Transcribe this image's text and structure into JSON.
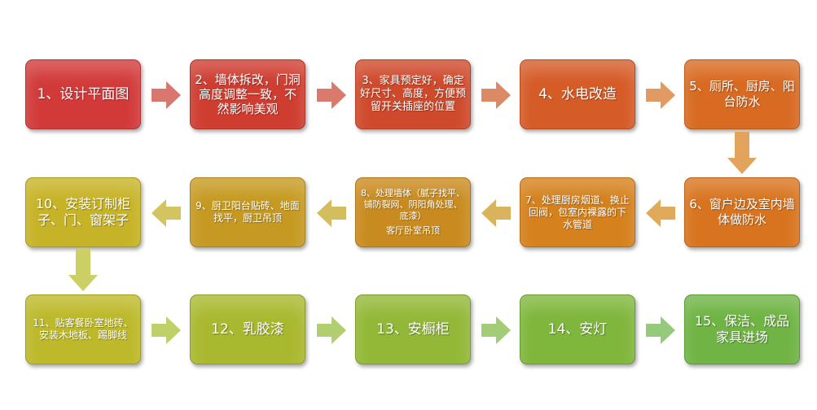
{
  "steps": [
    {
      "label": "1、设计平面图",
      "color": "#d23a3a"
    },
    {
      "label": "2、墙体拆改，门洞高度调整一致，不然影响美观",
      "color": "#cf3d30"
    },
    {
      "label": "3、家具预定好，确定好尺寸、高度，方便预留开关插座的位置",
      "color": "#cf4a2c"
    },
    {
      "label": "4、水电改造",
      "color": "#d55b27"
    },
    {
      "label": "5、厕所、厨房、阳台防水",
      "color": "#d86a22"
    },
    {
      "label": "6、窗户边及室内墙体做防水",
      "color": "#d8741f"
    },
    {
      "label": "7、处理厨房烟道、换止回阀，包室内裸露的下水管道",
      "color": "#d5811d"
    },
    {
      "label": "8、处理墙体（腻子找平、铺防裂网、阴阳角处理、底漆）",
      "label2": "客厅卧室吊顶",
      "color": "#c98b1f"
    },
    {
      "label": "9、厨卫阳台贴砖、地面找平，厨卫吊顶",
      "color": "#c69a22"
    },
    {
      "label": "10、安装订制柜子、门、窗架子",
      "color": "#c7b327"
    },
    {
      "label": "11、贴客餐卧室地砖、安装木地板、踢脚线",
      "color": "#bdb92a"
    },
    {
      "label": "12、乳胶漆",
      "color": "#a9b92f"
    },
    {
      "label": "13、安橱柜",
      "color": "#93b837"
    },
    {
      "label": "14、安灯",
      "color": "#7fb63c"
    },
    {
      "label": "15、保洁、成品家具进场",
      "color": "#6fb444"
    }
  ],
  "arrows": [
    {
      "color": "#d9776f"
    },
    {
      "color": "#da7a6c"
    },
    {
      "color": "#dc8a66"
    },
    {
      "color": "#e09a62"
    },
    {
      "color": "#e2a35d"
    },
    {
      "color": "#dfab5a"
    },
    {
      "color": "#d9b45c"
    },
    {
      "color": "#d4bd5e"
    },
    {
      "color": "#d3c460"
    },
    {
      "color": "#cccf64"
    },
    {
      "color": "#bfd069"
    },
    {
      "color": "#b2cf70"
    },
    {
      "color": "#a2cc76"
    },
    {
      "color": "#94ca7a"
    }
  ]
}
